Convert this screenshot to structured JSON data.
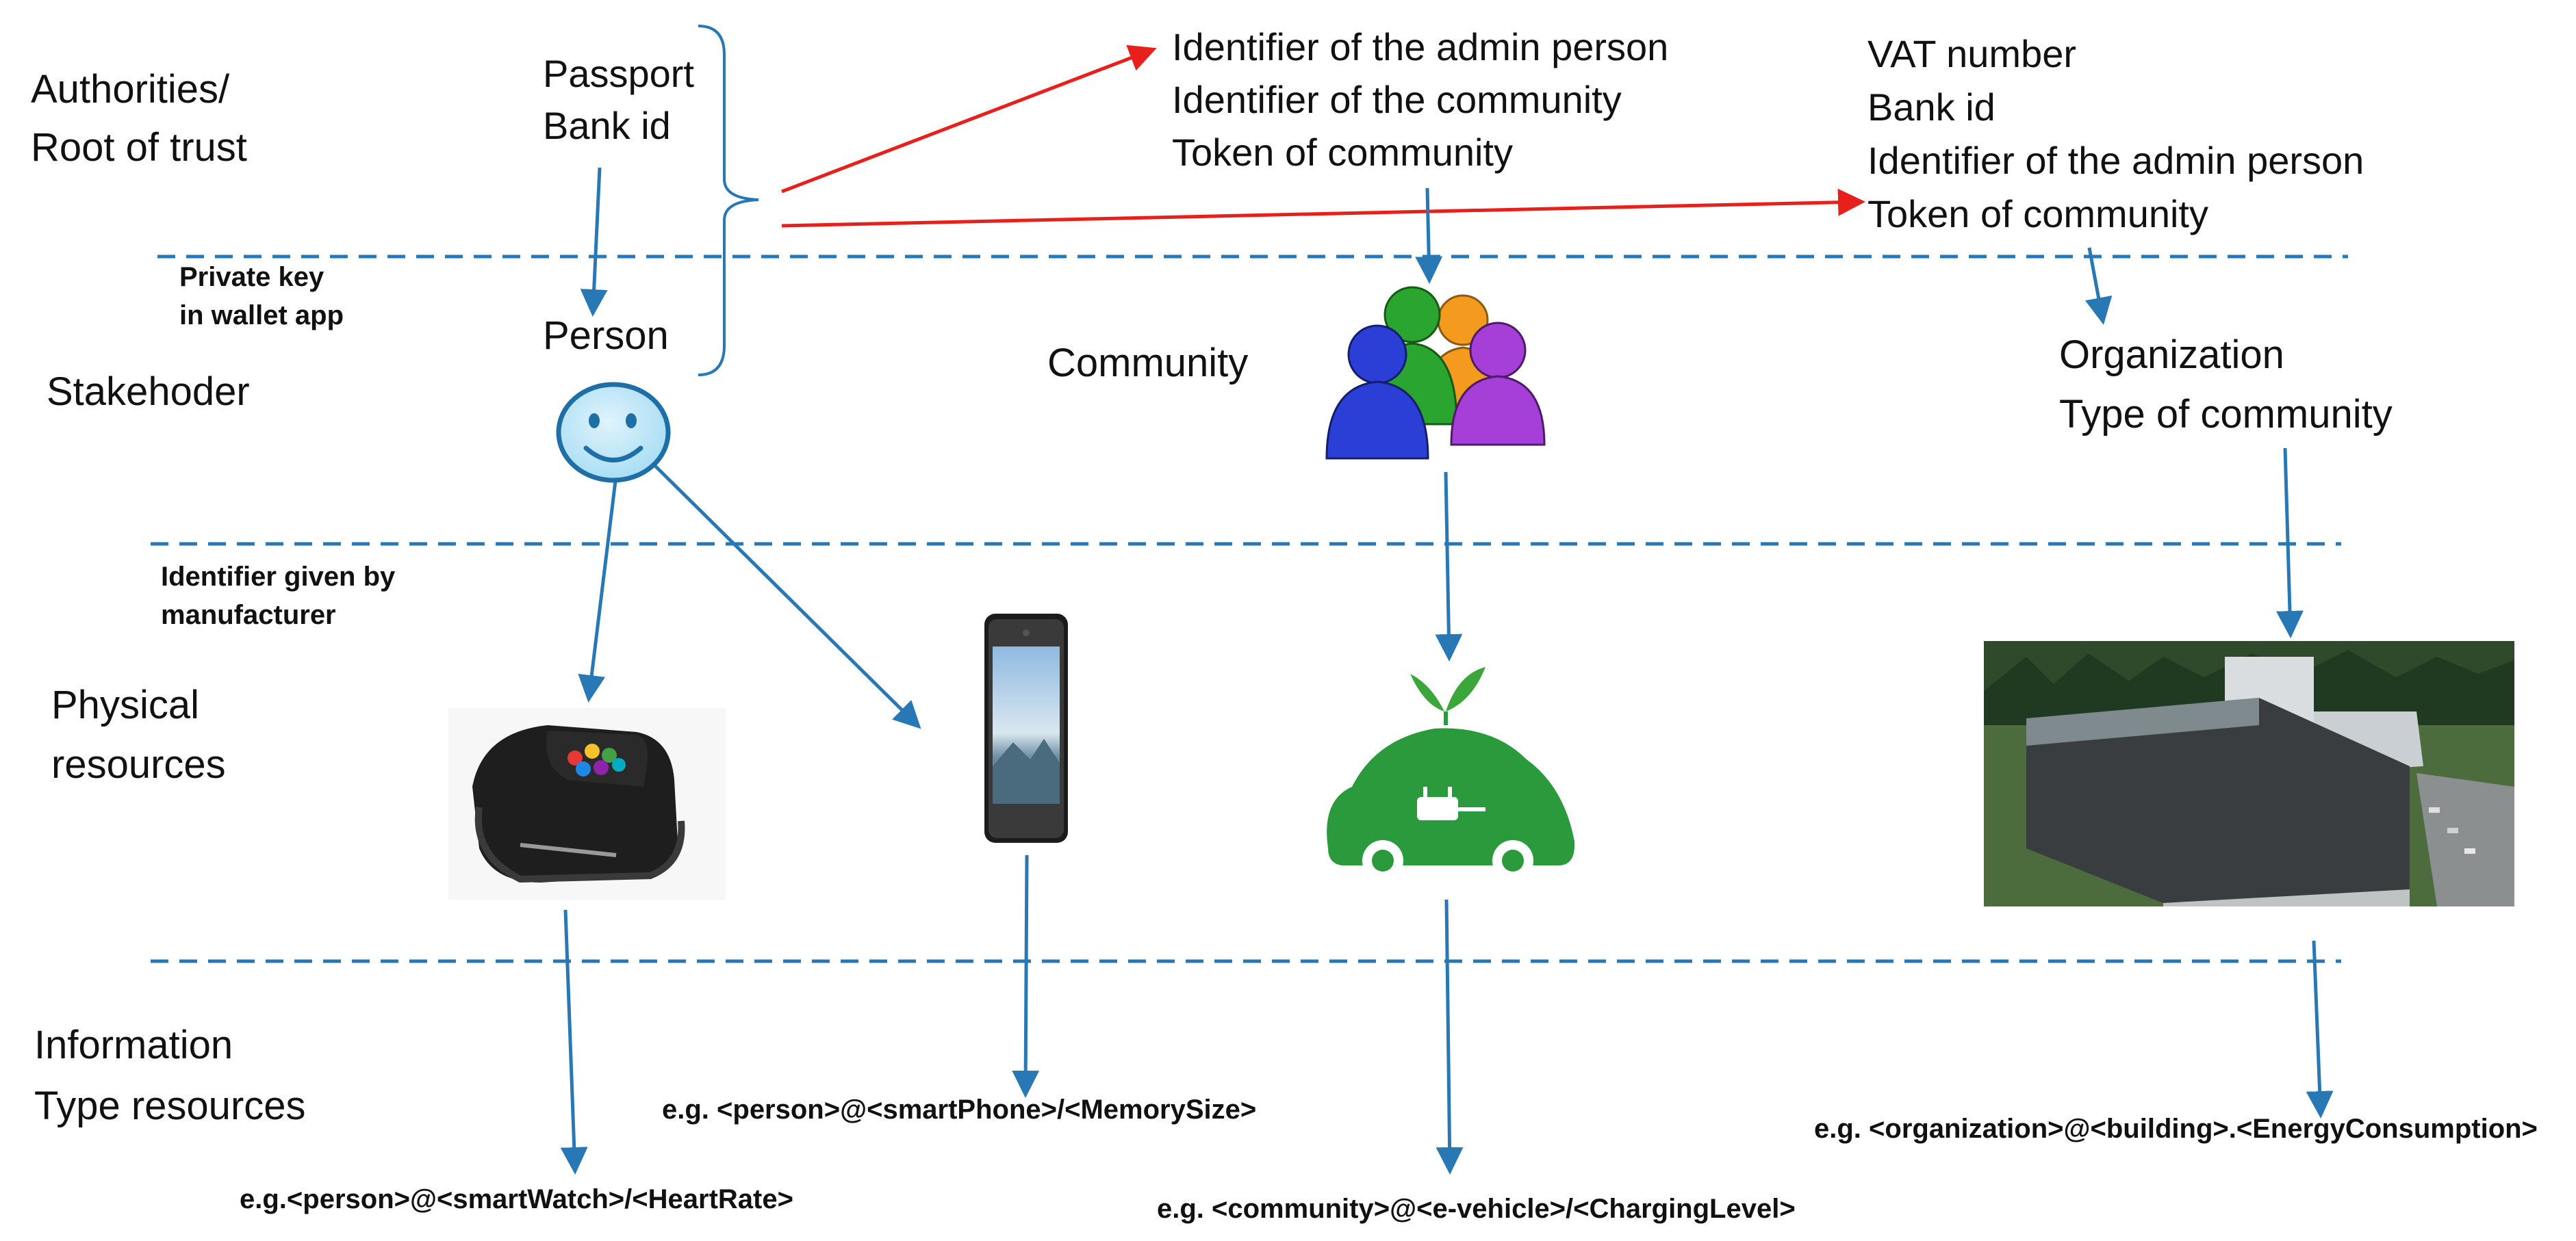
{
  "layers": {
    "authorities": [
      "Authorities/",
      "Root of trust"
    ],
    "stakeholder": "Stakehoder",
    "physical": [
      "Physical",
      "resources"
    ],
    "information": [
      "Information",
      "Type resources"
    ]
  },
  "notes": {
    "private_key": [
      "Private key",
      "in wallet app"
    ],
    "manufacturer_id": [
      "Identifier given by",
      "manufacturer"
    ]
  },
  "person_trust": [
    "Passport",
    "Bank id"
  ],
  "community_trust": [
    "Identifier of the admin person",
    "Identifier of the community",
    "Token of community"
  ],
  "organization_trust": [
    "VAT number",
    "Bank id",
    "Identifier of the admin person",
    "Token of community"
  ],
  "stakeholders": {
    "person": "Person",
    "community": "Community",
    "organization": [
      "Organization",
      "Type of community"
    ]
  },
  "examples": {
    "smartwatch": "e.g.<person>@<smartWatch>/<HeartRate>",
    "smartphone": "e.g. <person>@<smartPhone>/<MemorySize>",
    "vehicle": "e.g. <community>@<e-vehicle>/<ChargingLevel>",
    "building": "e.g. <organization>@<building>.<EnergyConsumption>"
  },
  "colors": {
    "blue_arrows": "#2878b5",
    "red_arrows": "#e8201c",
    "vehicle_green": "#2a9a3c"
  },
  "icons": [
    "smiley-icon",
    "community-people-icon",
    "smartwatch-icon",
    "smartphone-icon",
    "electric-car-icon",
    "building-photo-icon"
  ]
}
